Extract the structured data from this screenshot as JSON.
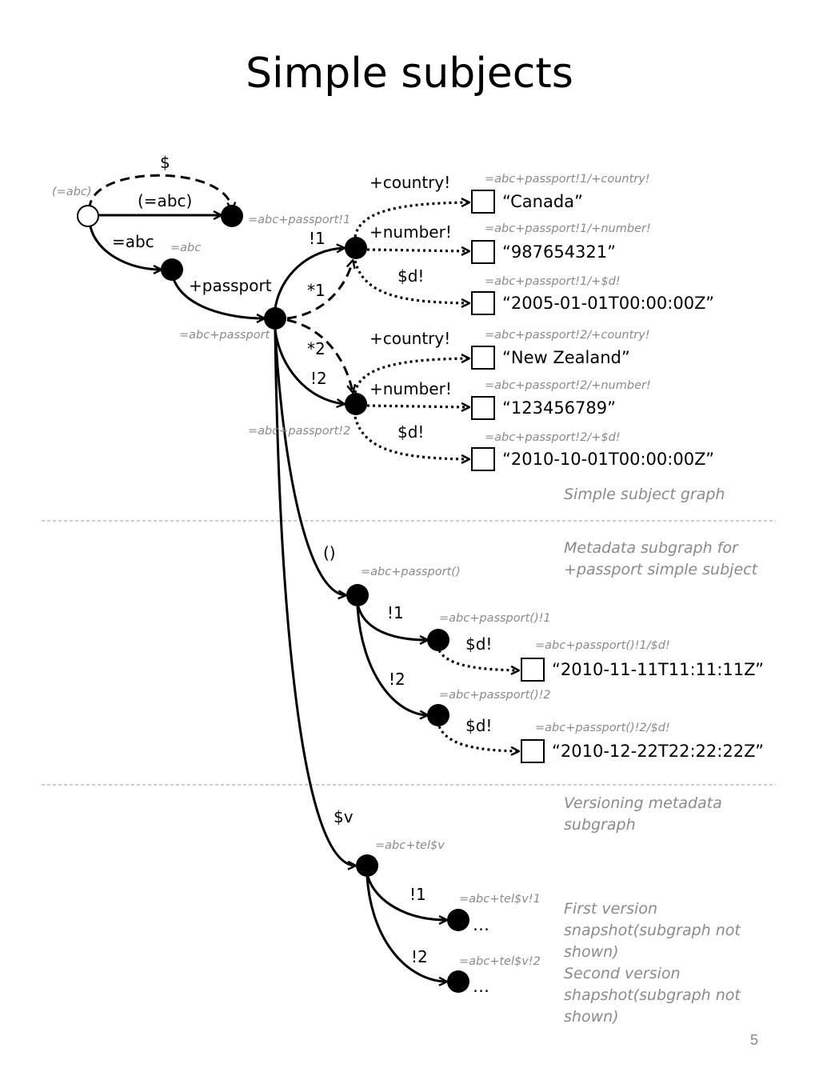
{
  "title": "Simple subjects",
  "page_number": "5",
  "edges": {
    "dollar": "$",
    "paren_abc": "(=abc)",
    "eq_abc": "=abc",
    "passport": "+passport",
    "bang1": "!1",
    "star1": "*1",
    "star2": "*2",
    "bang2": "!2",
    "country1": "+country!",
    "number1": "+number!",
    "d1": "$d!",
    "country2": "+country!",
    "number2": "+number!",
    "d2": "$d!",
    "meta": "()",
    "meta_bang1": "!1",
    "meta_bang2": "!2",
    "meta_d1": "$d!",
    "meta_d2": "$d!",
    "version": "$v",
    "v_bang1": "!1",
    "v_bang2": "!2"
  },
  "uris": {
    "root": "(=abc)",
    "passport_bang1_ref": "=abc+passport!1",
    "abc": "=abc",
    "passport": "=abc+passport",
    "passport_bang2": "=abc+passport!2",
    "country1": "=abc+passport!1/+country!",
    "number1": "=abc+passport!1/+number!",
    "d1": "=abc+passport!1/+$d!",
    "country2": "=abc+passport!2/+country!",
    "number2": "=abc+passport!2/+number!",
    "d2": "=abc+passport!2/+$d!",
    "meta": "=abc+passport()",
    "meta_bang1": "=abc+passport()!1",
    "meta_d1": "=abc+passport()!1/$d!",
    "meta_bang2": "=abc+passport()!2",
    "meta_d2": "=abc+passport()!2/$d!",
    "tel_v": "=abc+tel$v",
    "tel_v1": "=abc+tel$v!1",
    "tel_v2": "=abc+tel$v!2"
  },
  "values": {
    "canada": "“Canada”",
    "number1": "“987654321”",
    "date1": "“2005-01-01T00:00:00Z”",
    "new_zealand": "“New Zealand”",
    "number2": "“123456789”",
    "date2": "“2010-10-01T00:00:00Z”",
    "meta_date1": "“2010-11-11T11:11:11Z”",
    "meta_date2": "“2010-12-22T22:22:22Z”",
    "ellipsis1": "…",
    "ellipsis2": "…"
  },
  "notes": {
    "simple_graph": "Simple subject graph",
    "metadata_1": "Metadata subgraph for",
    "metadata_2": "+passport simple subject",
    "versioning_1": "Versioning metadata",
    "versioning_2": "subgraph",
    "first_1": "First version",
    "first_2": "snapshot(subgraph not",
    "first_3": "shown)",
    "second_1": "Second version",
    "second_2": "shapshot(subgraph not",
    "second_3": "shown)"
  }
}
